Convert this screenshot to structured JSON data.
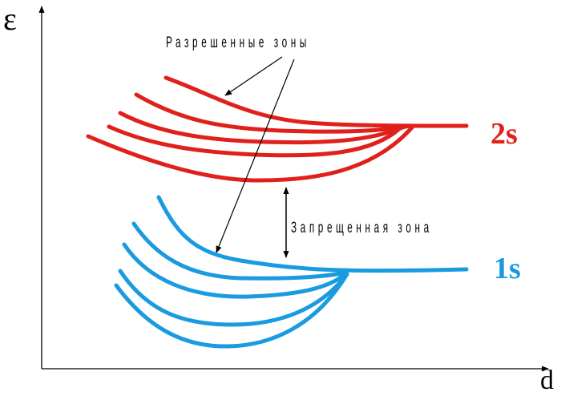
{
  "axes": {
    "y_label": "ε",
    "x_label": "d"
  },
  "labels": {
    "allowed_zones": "Разрешенные зоны",
    "forbidden_zone": "Запрещенная зона",
    "level_2s": "2s",
    "level_1s": "1s"
  },
  "colors": {
    "band_2s": "#e0201b",
    "band_1s": "#1a9be0",
    "axis": "#000000"
  }
}
